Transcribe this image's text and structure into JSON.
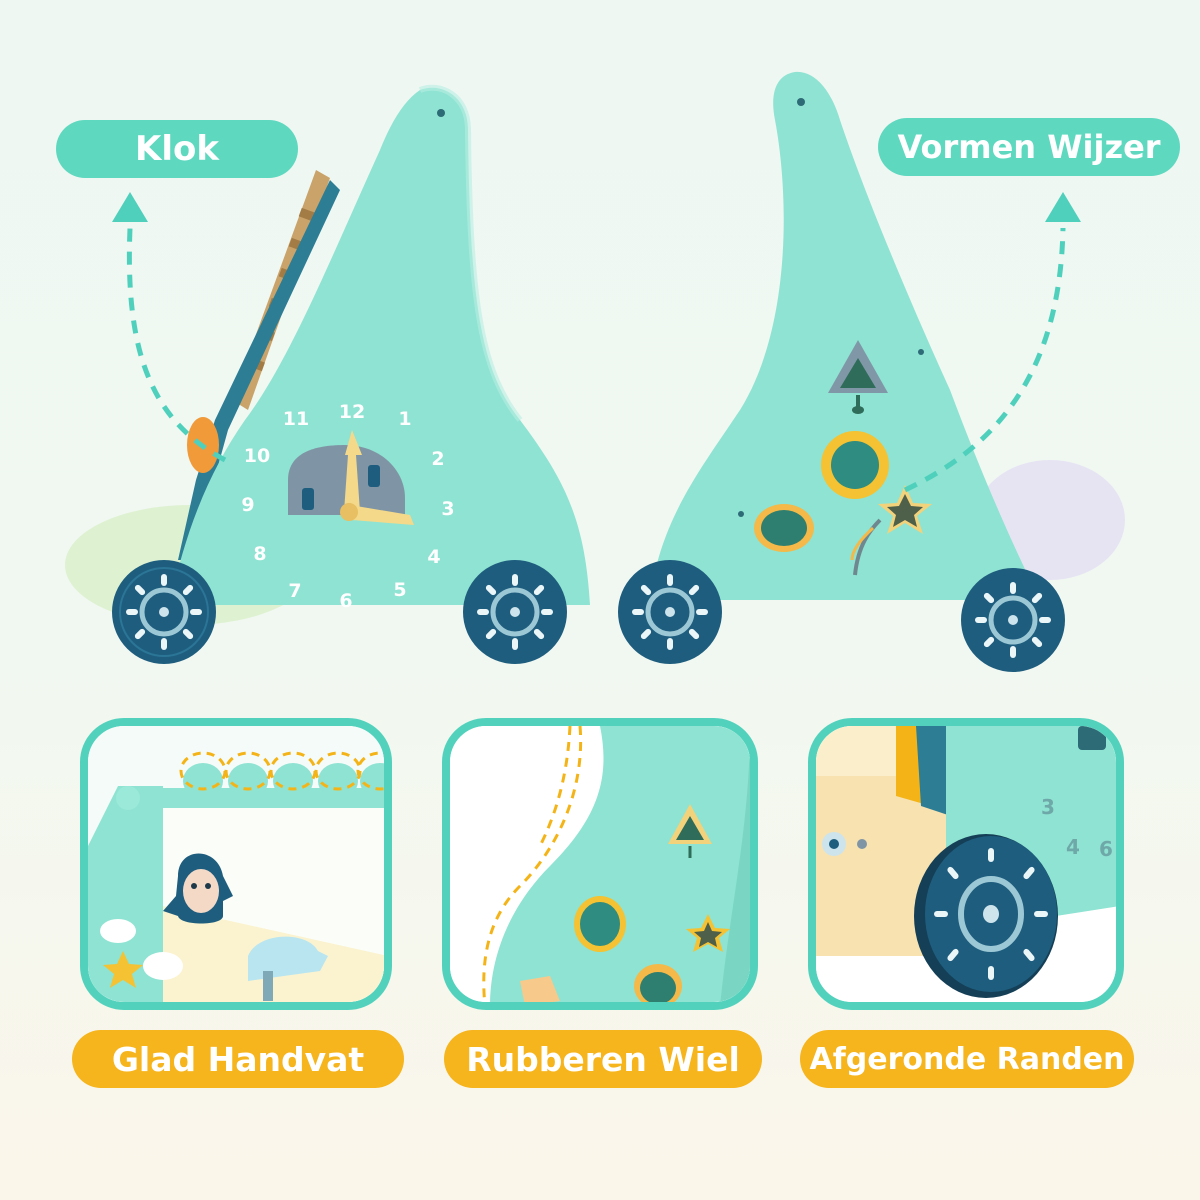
{
  "colors": {
    "teal_pill": "#5fd8c0",
    "yellow_pill": "#f6b41d",
    "walker_body": "#8fe3d2",
    "wheel": "#1e5d7e",
    "panel_border": "#52d2bd"
  },
  "callouts": {
    "clock_label": "Klok",
    "shapes_label": "Vormen Wijzer"
  },
  "clock": {
    "numbers": [
      "12",
      "1",
      "2",
      "3",
      "4",
      "5",
      "6",
      "7",
      "8",
      "9",
      "10",
      "11"
    ]
  },
  "features": [
    {
      "label": "Glad Handvat"
    },
    {
      "label": "Rubberen Wiel"
    },
    {
      "label": "Afgeronde Randen"
    }
  ],
  "detail_numbers": [
    "3",
    "4",
    "6"
  ]
}
